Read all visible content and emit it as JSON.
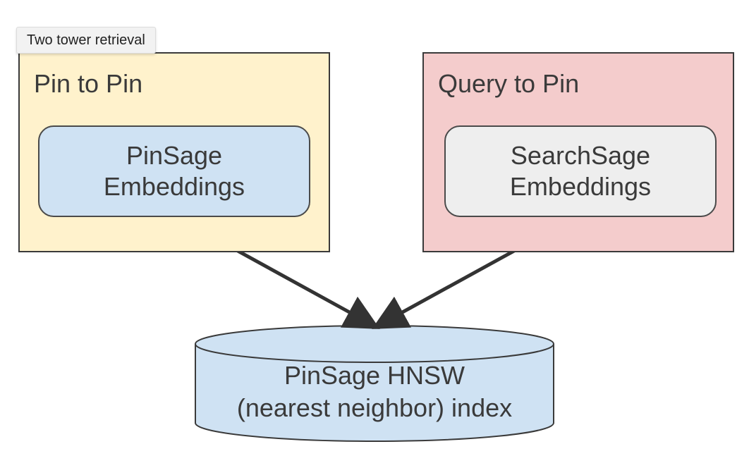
{
  "tooltip": {
    "text": "Two tower retrieval"
  },
  "groups": [
    {
      "title": "Pin to Pin",
      "fill": "#fff2cc",
      "node": {
        "line1": "PinSage",
        "line2": "Embeddings",
        "fill": "#cfe2f3"
      }
    },
    {
      "title": "Query to Pin",
      "fill": "#f4cccc",
      "node": {
        "line1": "SearchSage",
        "line2": "Embeddings",
        "fill": "#eeeeee"
      }
    }
  ],
  "index": {
    "line1": "PinSage HNSW",
    "line2": "(nearest neighbor) index",
    "fill": "#cfe2f3"
  },
  "colors": {
    "border": "#3a3a3a",
    "arrow": "#333333"
  }
}
